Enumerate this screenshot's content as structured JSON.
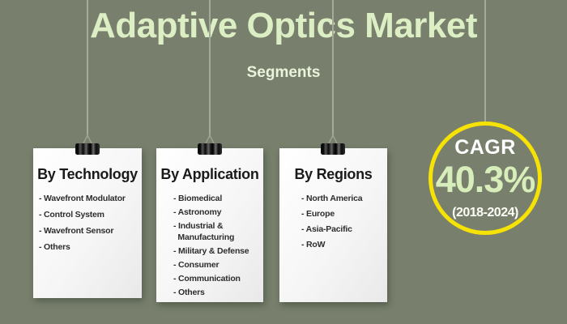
{
  "header": {
    "title": "Adaptive Optics Market",
    "subtitle": "Segments"
  },
  "cards": [
    {
      "heading": "By Technology",
      "items": [
        "- Wavefront Modulator",
        "- Control System",
        "- Wavefront Sensor",
        "- Others"
      ]
    },
    {
      "heading": "By Application",
      "items": [
        "- Biomedical",
        "- Astronomy",
        "- Industrial &\n  Manufacturing",
        "- Military & Defense",
        "- Consumer",
        "- Communication",
        "- Others"
      ]
    },
    {
      "heading": "By Regions",
      "items": [
        "- North America",
        "- Europe",
        "- Asia-Pacific",
        "- RoW"
      ]
    }
  ],
  "cagr_badge": {
    "label": "CAGR",
    "value": "40.3%",
    "period": "(2018-2024)"
  },
  "colors": {
    "background": "#78806d",
    "title_text": "#dceec3",
    "card_heading_text": "#1a1a1a",
    "card_item_text": "#2d2d2d",
    "card_background": "#f5f5f5",
    "badge_ring": "#f6e204",
    "badge_value_text": "#d7eebb",
    "badge_label_text": "#ffffff"
  },
  "icons": {
    "clip": "binder-clip-icon",
    "string": "hanger-string"
  }
}
